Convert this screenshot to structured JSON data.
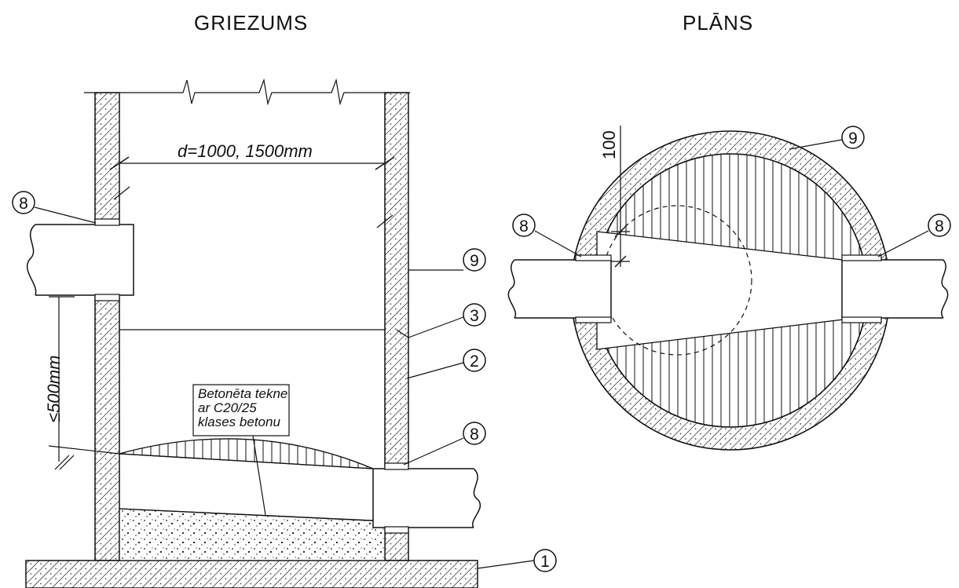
{
  "titles": {
    "section": "GRIEZUMS",
    "plan": "PLĀNS"
  },
  "section_labels": {
    "diameter": "d=1000,  1500mm",
    "depth": "≤500mm",
    "note_line1": "Betonēta tekne",
    "note_line2": "ar C20/25",
    "note_line3": "klases betonu"
  },
  "plan_labels": {
    "dim": "100"
  },
  "callouts": {
    "n8": "8",
    "n9": "9",
    "n3": "3",
    "n2": "2",
    "n1": "1"
  },
  "colors": {
    "line": "#111111",
    "background": "#ffffff"
  }
}
